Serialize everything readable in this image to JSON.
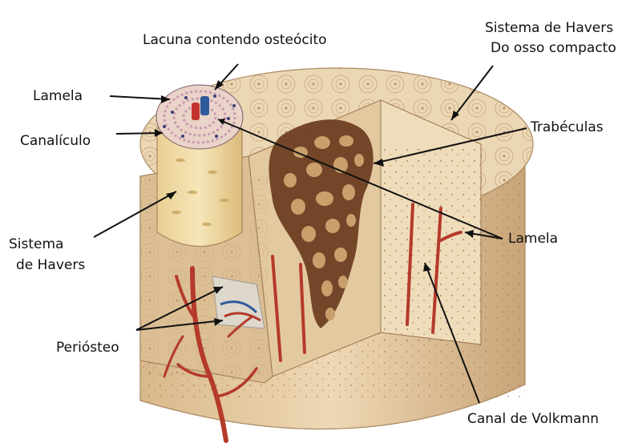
{
  "figure": {
    "labels": {
      "lacuna": "Lacuna contendo osteócito",
      "sistema_havers_compacto_l1": "Sistema de Havers",
      "sistema_havers_compacto_l2": "Do osso compacto",
      "lamela_top": "Lamela",
      "canaliculo": "Canalículo",
      "trabeculas": "Trabéculas",
      "sistema_havers_l1": "Sistema",
      "sistema_havers_l2": "de Havers",
      "lamela_right": "Lamela",
      "periosteo": "Periósteo",
      "canal_volkmann": "Canal de Volkmann"
    },
    "colors": {
      "bone_fill": "#e8cfa6",
      "bone_dark": "#a97f55",
      "spongy": "#6a3b1e",
      "vessel_red": "#b53a2a",
      "vessel_blue": "#2f5a9c",
      "leader": "#111111"
    }
  }
}
